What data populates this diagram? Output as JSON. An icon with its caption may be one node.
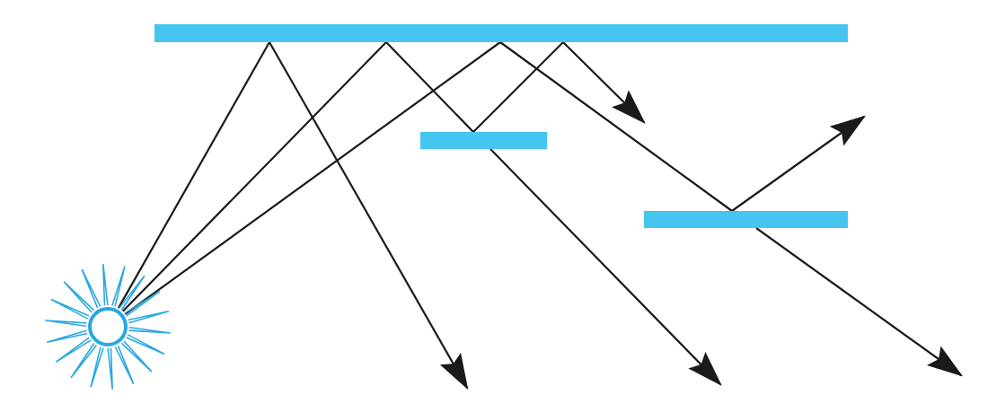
{
  "diagram": {
    "nodes": [
      {
        "text": [],
        "shape": "star"
      },
      {
        "text": [],
        "shape": "bar"
      },
      {
        "text": [],
        "shape": "bar"
      },
      {
        "text": [],
        "shape": "bar"
      }
    ],
    "edges": [
      {
        "from": 0,
        "to": 1,
        "arrow": "none"
      },
      {
        "from": 0,
        "to": 1,
        "arrow": "none"
      },
      {
        "from": 0,
        "to": 1,
        "arrow": "none"
      },
      {
        "from": 1,
        "to": null,
        "arrow": "to"
      },
      {
        "from": 1,
        "to": 2,
        "arrow": "none"
      },
      {
        "from": 2,
        "to": null,
        "arrow": "to"
      },
      {
        "from": 2,
        "to": 1,
        "arrow": "none"
      },
      {
        "from": 1,
        "to": null,
        "arrow": "to"
      },
      {
        "from": 1,
        "to": 3,
        "arrow": "none"
      },
      {
        "from": 3,
        "to": null,
        "arrow": "to"
      },
      {
        "from": 3,
        "to": null,
        "arrow": "to"
      }
    ]
  }
}
